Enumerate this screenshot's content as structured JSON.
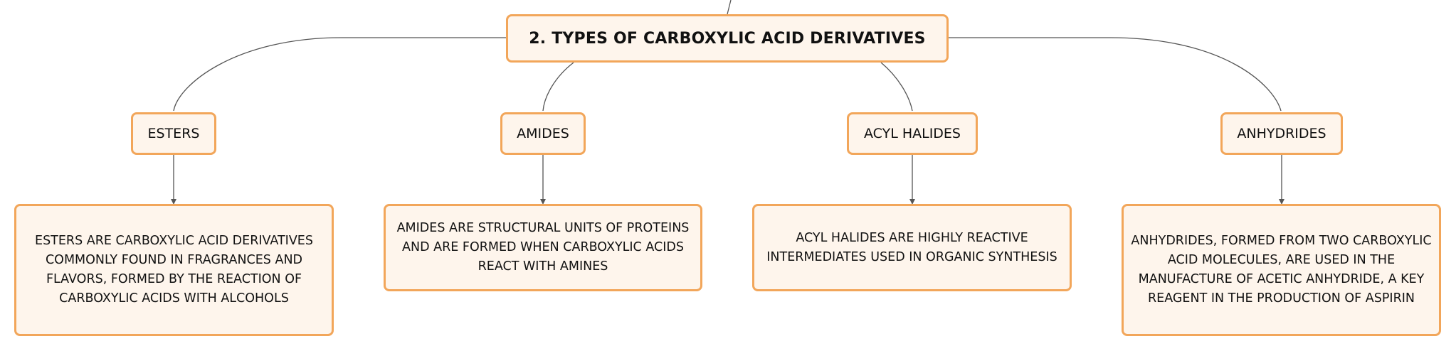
{
  "colors": {
    "node_fill": "#fef5ec",
    "node_border": "#f2a65a",
    "connector": "#555555",
    "text": "#111111"
  },
  "main": {
    "title": "2. TYPES OF CARBOXYLIC ACID DERIVATIVES"
  },
  "types": [
    {
      "label": "ESTERS",
      "description": "ESTERS ARE CARBOXYLIC ACID DERIVATIVES COMMONLY FOUND IN FRAGRANCES AND FLAVORS, FORMED BY THE REACTION OF CARBOXYLIC ACIDS WITH ALCOHOLS"
    },
    {
      "label": "AMIDES",
      "description": "AMIDES ARE STRUCTURAL UNITS OF PROTEINS AND ARE FORMED WHEN CARBOXYLIC ACIDS REACT WITH AMINES"
    },
    {
      "label": "ACYL HALIDES",
      "description": "ACYL HALIDES ARE HIGHLY REACTIVE INTERMEDIATES USED IN ORGANIC SYNTHESIS"
    },
    {
      "label": "ANHYDRIDES",
      "description": "ANHYDRIDES, FORMED FROM TWO CARBOXYLIC ACID MOLECULES, ARE USED IN THE MANUFACTURE OF ACETIC ANHYDRIDE, A KEY REAGENT IN THE PRODUCTION OF ASPIRIN"
    }
  ]
}
